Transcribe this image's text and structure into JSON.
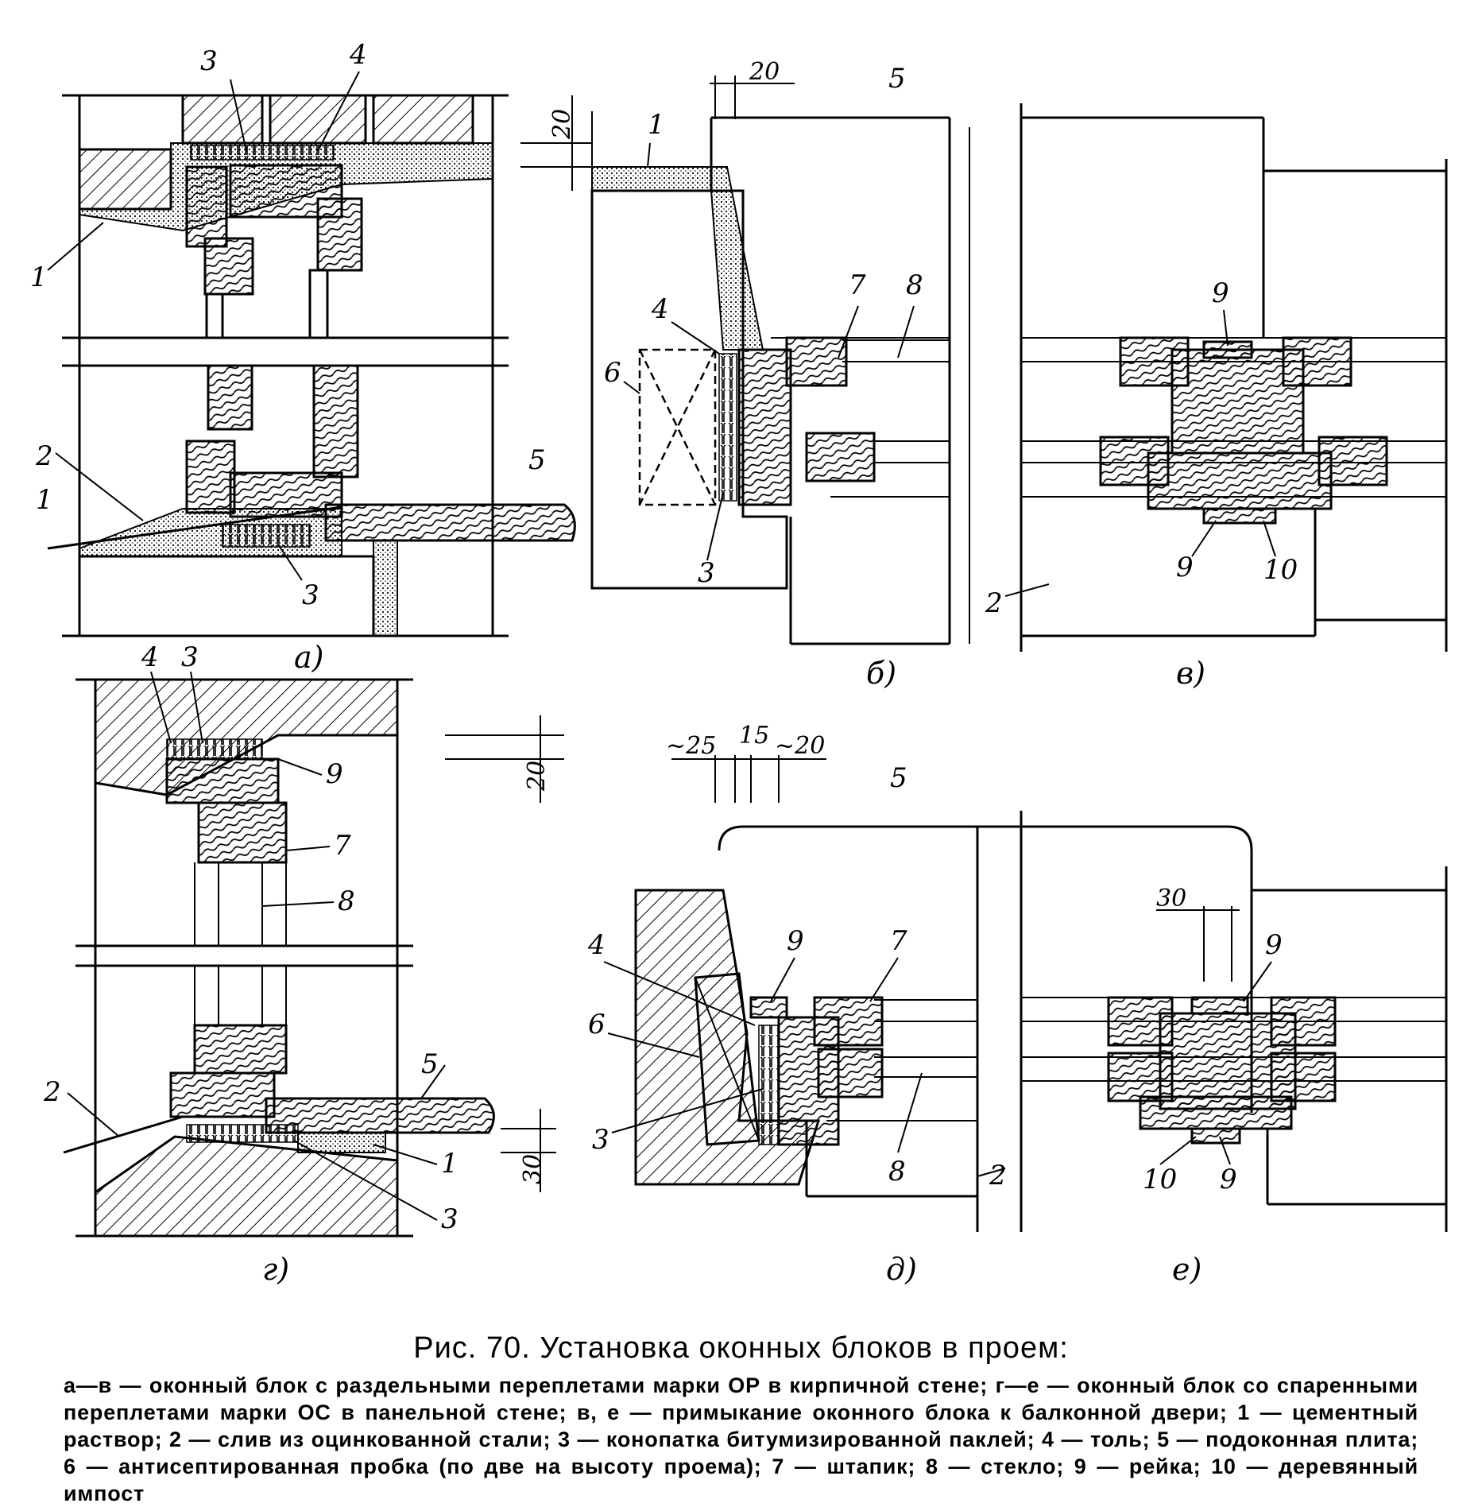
{
  "figure": {
    "title": "Рис. 70. Установка оконных блоков в проем:",
    "caption": "а—в — оконный блок с раздельными переплетами марки ОР в кирпичной стене; г—е — оконный блок со спаренными переплетами марки ОС в панельной стене; в, е — примыкание оконного блока к балконной двери; 1 — цементный раствор; 2 — слив из оцинкованной стали; 3 — конопатка битумизированной паклей; 4 — толь; 5 — подоконная плита; 6 — антисептированная пробка (по две на высоту проема); 7 — штапик; 8 — стекло; 9 — рейка; 10 — деревянный импост"
  },
  "panels": {
    "a": "а)",
    "b": "б)",
    "v": "в)",
    "g": "г)",
    "d": "д)",
    "e": "е)"
  },
  "callouts": {
    "n1": "1",
    "n2": "2",
    "n3": "3",
    "n4": "4",
    "n5": "5",
    "n6": "6",
    "n7": "7",
    "n8": "8",
    "n9": "9",
    "n10": "10"
  },
  "dimensions": {
    "d20": "20",
    "d25": "~25",
    "d15": "15",
    "d20b": "~20",
    "d30": "30"
  },
  "colors": {
    "ink": "#000000",
    "paper": "#ffffff"
  }
}
